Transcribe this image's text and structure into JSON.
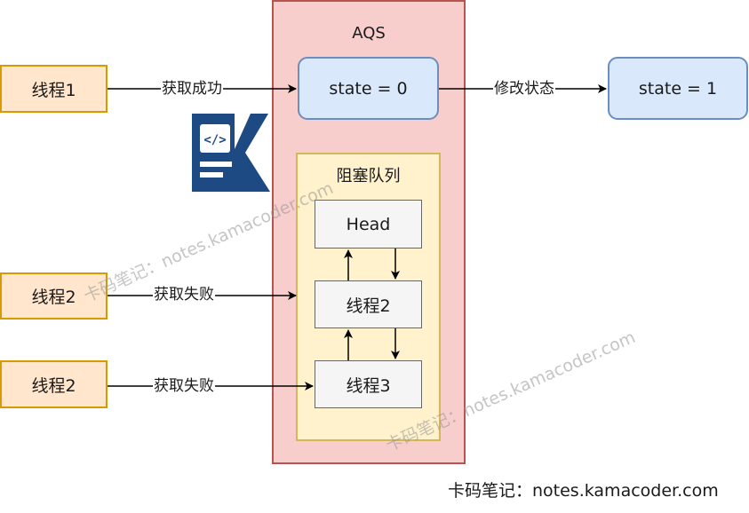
{
  "aqs": {
    "title": "AQS"
  },
  "states": {
    "initial": "state = 0",
    "final": "state = 1"
  },
  "threads": {
    "t1": "线程1",
    "t2a": "线程2",
    "t2b": "线程2"
  },
  "queue": {
    "title": "阻塞队列",
    "head": "Head",
    "n1": "线程2",
    "n2": "线程3"
  },
  "edges": {
    "acquire_success": "获取成功",
    "modify_state": "修改状态",
    "acquire_fail_1": "获取失败",
    "acquire_fail_2": "获取失败"
  },
  "watermarks": {
    "wm1": "卡码笔记：notes.kamacoder.com",
    "wm2": "卡码笔记：notes.kamacoder.com"
  },
  "footer": "卡码笔记：notes.kamacoder.com",
  "logo": {
    "icon": "kamacoder-k-logo-icon",
    "color": "#1d4a82"
  },
  "colors": {
    "aqs_fill": "#f8cecc",
    "aqs_border": "#b85450",
    "queue_fill": "#fff2cc",
    "queue_border": "#d6b656",
    "thread_fill": "#ffe6cc",
    "thread_border": "#d79b00",
    "state_fill": "#dae8fc",
    "state_border": "#6c8ebf",
    "node_fill": "#f5f5f5",
    "node_border": "#666666"
  }
}
